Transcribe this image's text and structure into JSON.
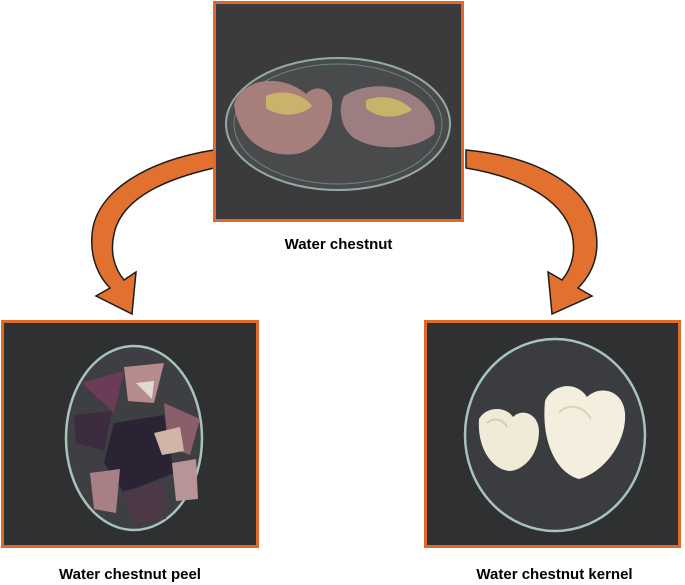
{
  "diagram": {
    "top": {
      "caption": "Water chestnut"
    },
    "left": {
      "caption": "Water chestnut peel"
    },
    "right": {
      "caption": "Water chestnut kernel"
    }
  },
  "colors": {
    "frame": "#e0692a",
    "arrow_fill": "#e2712f",
    "arrow_stroke": "#1c1c1c",
    "background_photo": "#3a3a3c"
  }
}
